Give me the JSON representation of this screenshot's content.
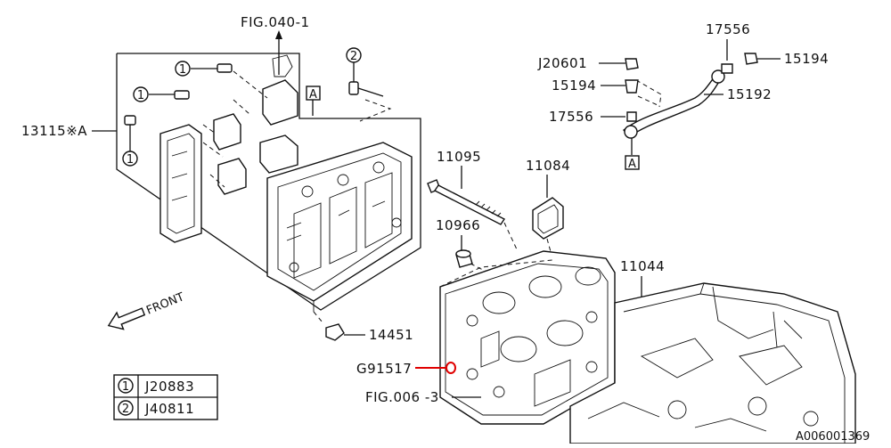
{
  "labels": {
    "fig040": "FIG.040-1",
    "p13115": "13115※A",
    "p11095": "11095",
    "p11084": "11084",
    "p10966": "10966",
    "p11044": "11044",
    "p14451": "14451",
    "g91517": "G91517",
    "fig006": "FIG.006 -3",
    "p17556_top": "17556",
    "p15194_right": "15194",
    "j20601": "J20601",
    "p15194_left": "15194",
    "p15192": "15192",
    "p17556_left": "17556",
    "front": "FRONT",
    "ref_a": "A",
    "circle1": "1",
    "circle2": "2",
    "code": "A006001369"
  },
  "legend": [
    {
      "num": "1",
      "part": "J20883"
    },
    {
      "num": "2",
      "part": "J40811"
    }
  ],
  "colors": {
    "highlight": "#e00000",
    "ink": "#111111"
  }
}
